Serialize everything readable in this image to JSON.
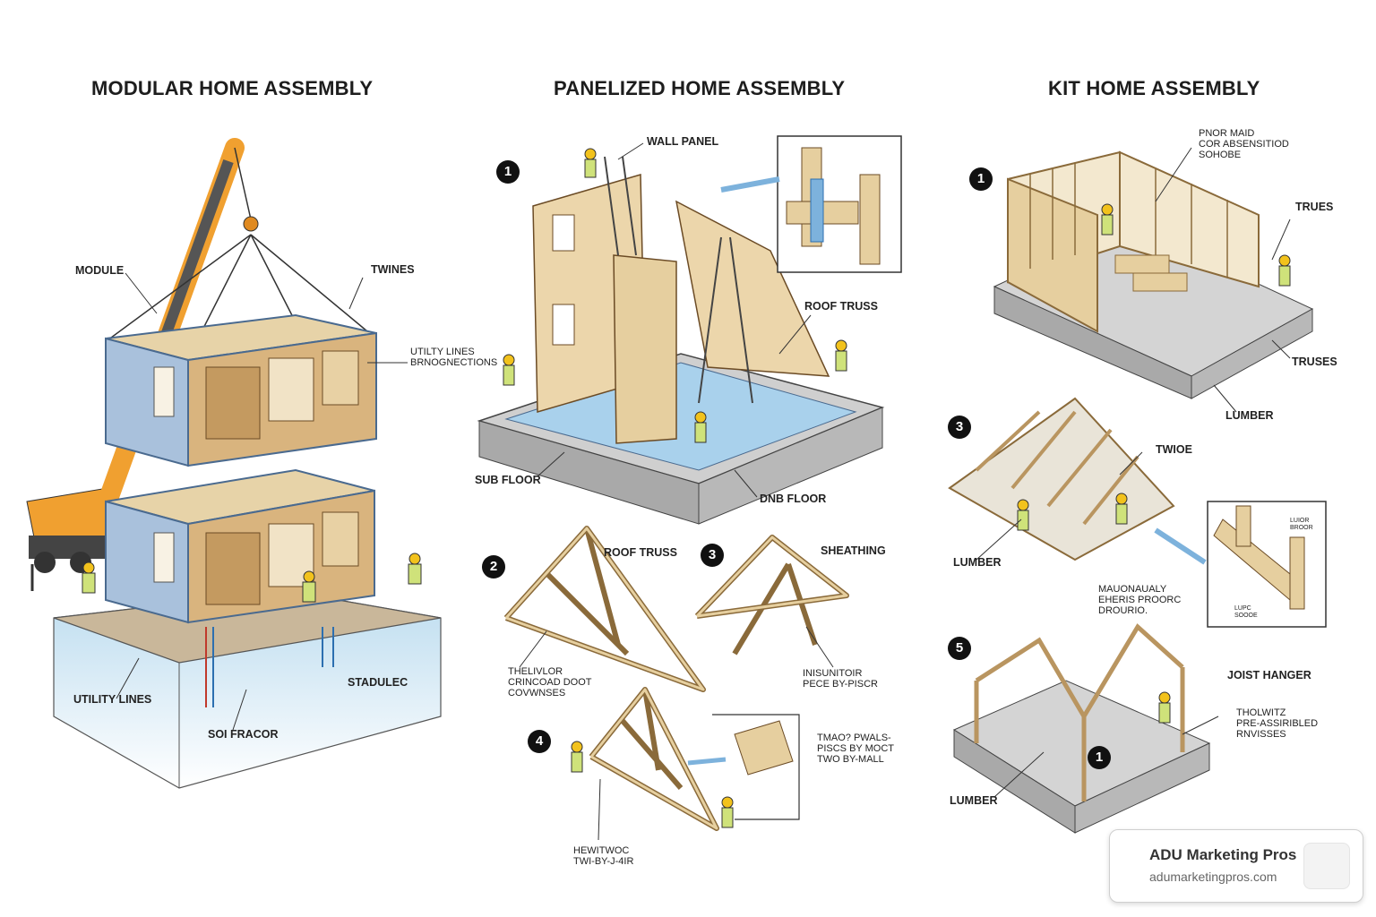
{
  "titles": {
    "modular": "MODULAR HOME ASSEMBLY",
    "panelized": "PANELIZED HOME ASSEMBLY",
    "kit": "KIT HOME ASSEMBLY"
  },
  "modular_labels": {
    "module": "MODULE",
    "twines": "TWINES",
    "utility_connections": "UTILTY LINES\nBRNOGNECTIONS",
    "utility_lines": "UTILITY LINES",
    "stadulec": "STADULEC",
    "soi_fracor": "SOI FRACOR"
  },
  "panelized_labels": {
    "wall_panel": "WALL PANEL",
    "roof_truss_top": "ROOF TRUSS",
    "sub_floor": "SUB FLOOR",
    "dnb_floor": "DNB FLOOR",
    "roof_truss_2": "ROOF TRUSS",
    "sheathing": "SHEATHING",
    "truss_note": "THELIVLOR\ncrincoad doot\ncovwnses",
    "insulation_note": "Inisunitoir\npece by-piscr",
    "walls_note": "TMAO? PWALS-\npiscs by moct\nTwo by-Mall",
    "hewitwoc_note": "Hewitwoc\nTWI-By-J-4IR"
  },
  "kit_labels": {
    "prefab_note": "PNOR MAID\nCOR ABSENSITIOD\nSOHOBE",
    "trues": "TRUES",
    "truses": "TRUSES",
    "lumber_top": "LUMBER",
    "twioe": "TWIOE",
    "lumber_mid": "LUMBER",
    "manual_note": "Mauonaualy\nEHERIS PROORC\nDROURIO.",
    "inset_note_1": "LUIOR\nBROOR",
    "inset_note_2": "LUPC\nSOOOE",
    "joist_hanger": "JOIST HANGER",
    "pre_assembled_note": "Tholwitz\npre-assiribled\nrnvisses",
    "lumber_bottom": "LUMBER"
  },
  "steps": {
    "p1": "1",
    "p2": "2",
    "p3": "3",
    "p4": "4",
    "k1": "1",
    "k3": "3",
    "k5": "5",
    "k1b": "1"
  },
  "brand": {
    "name": "ADU Marketing Pros",
    "url": "adumarketingpros.com"
  },
  "colors": {
    "wood": "#e6cf9f",
    "wood_dark": "#b99560",
    "steel_blue": "#9fb9d6",
    "slab": "#bfbfbf",
    "crane_orange": "#f0a030",
    "water_blue": "#cfe6f3"
  }
}
